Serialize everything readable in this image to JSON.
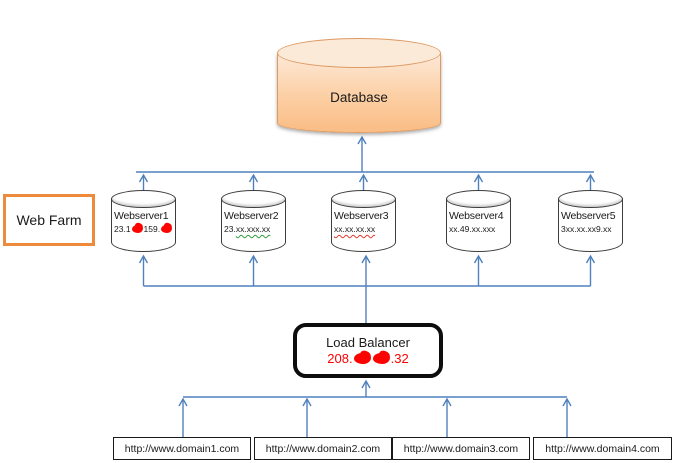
{
  "database": {
    "label": "Database"
  },
  "web_farm": {
    "label": "Web Farm"
  },
  "webservers": [
    {
      "label": "Webserver1",
      "ip_part1": "23.1",
      "ip_part2": "159."
    },
    {
      "label": "Webserver2",
      "ip_prefix": "23.",
      "ip": "xx.xxx.xx"
    },
    {
      "label": "Webserver3",
      "ip": "xx.xx.xx.xx"
    },
    {
      "label": "Webserver4",
      "ip": "xx.49.xx.xxx"
    },
    {
      "label": "Webserver5",
      "ip": "3xx.xx.xx9.xx"
    }
  ],
  "load_balancer": {
    "label": "Load Balancer",
    "ip_prefix": "208.",
    "ip_suffix": ".32"
  },
  "domains": [
    "http://www.domain1.com",
    "http://www.domain2.com",
    "http://www.domain3.com",
    "http://www.domain4.com"
  ],
  "colors": {
    "connector_blue": "#4f81bd",
    "database_fill": "#fbc18d",
    "database_border": "#dd9a62",
    "web_farm_border": "#ed8a3c",
    "redaction_red": "#fb0400",
    "ip_red": "#fe0000"
  }
}
